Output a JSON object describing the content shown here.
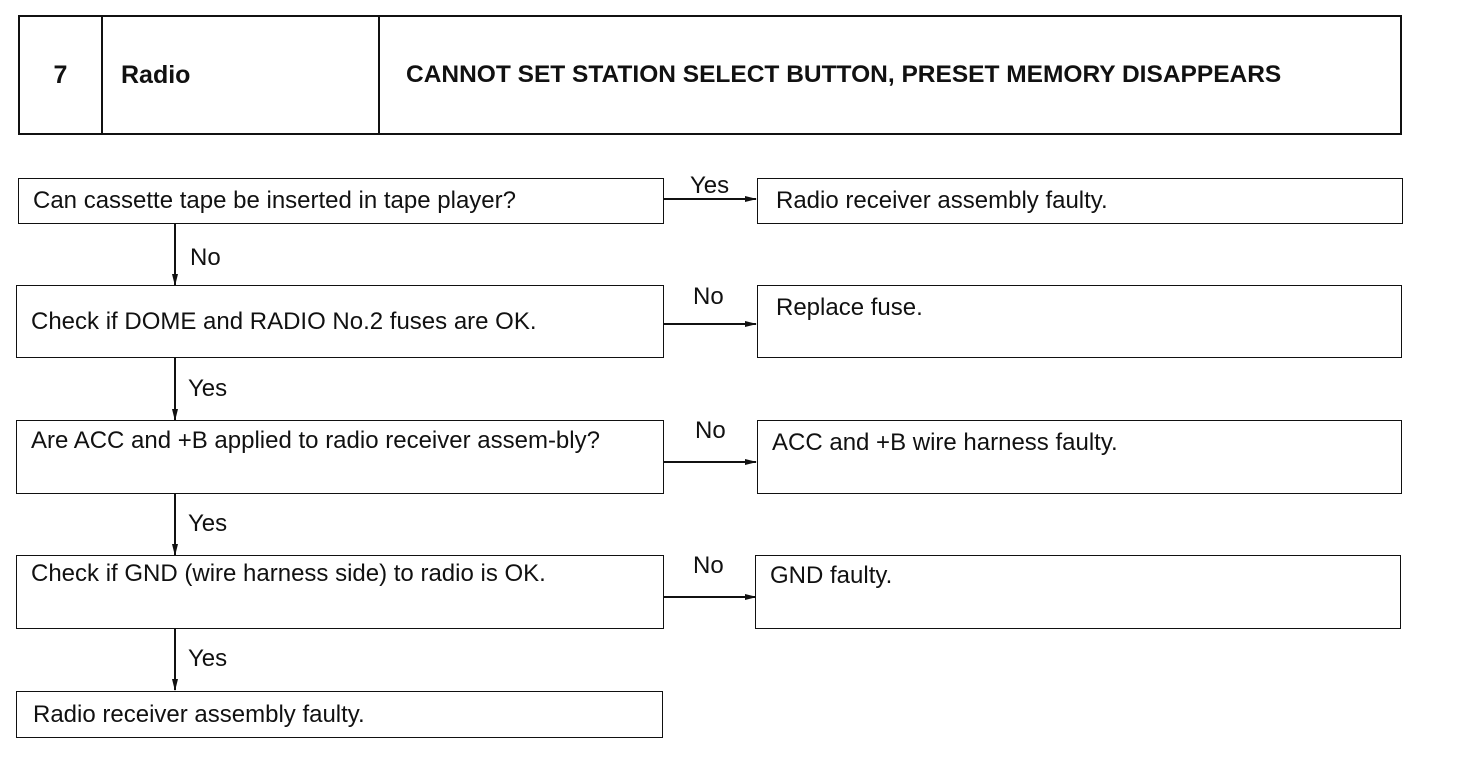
{
  "header": {
    "number": "7",
    "system": "Radio",
    "title": "CANNOT SET STATION SELECT BUTTON, PRESET MEMORY DISAPPEARS"
  },
  "steps": [
    {
      "question": "Can cassette tape be inserted in tape player?",
      "side_label": "Yes",
      "side_result": "Radio receiver assembly faulty.",
      "down_label": "No"
    },
    {
      "question": "Check if DOME and RADIO No.2 fuses are OK.",
      "side_label": "No",
      "side_result": "Replace fuse.",
      "down_label": "Yes"
    },
    {
      "question": "Are ACC and +B applied to radio receiver assem-bly?",
      "side_label": "No",
      "side_result": "ACC and +B wire harness faulty.",
      "down_label": "Yes"
    },
    {
      "question": "Check if GND (wire harness side) to radio is OK.",
      "side_label": "No",
      "side_result": "GND faulty.",
      "down_label": "Yes"
    }
  ],
  "final_result": "Radio receiver assembly faulty."
}
